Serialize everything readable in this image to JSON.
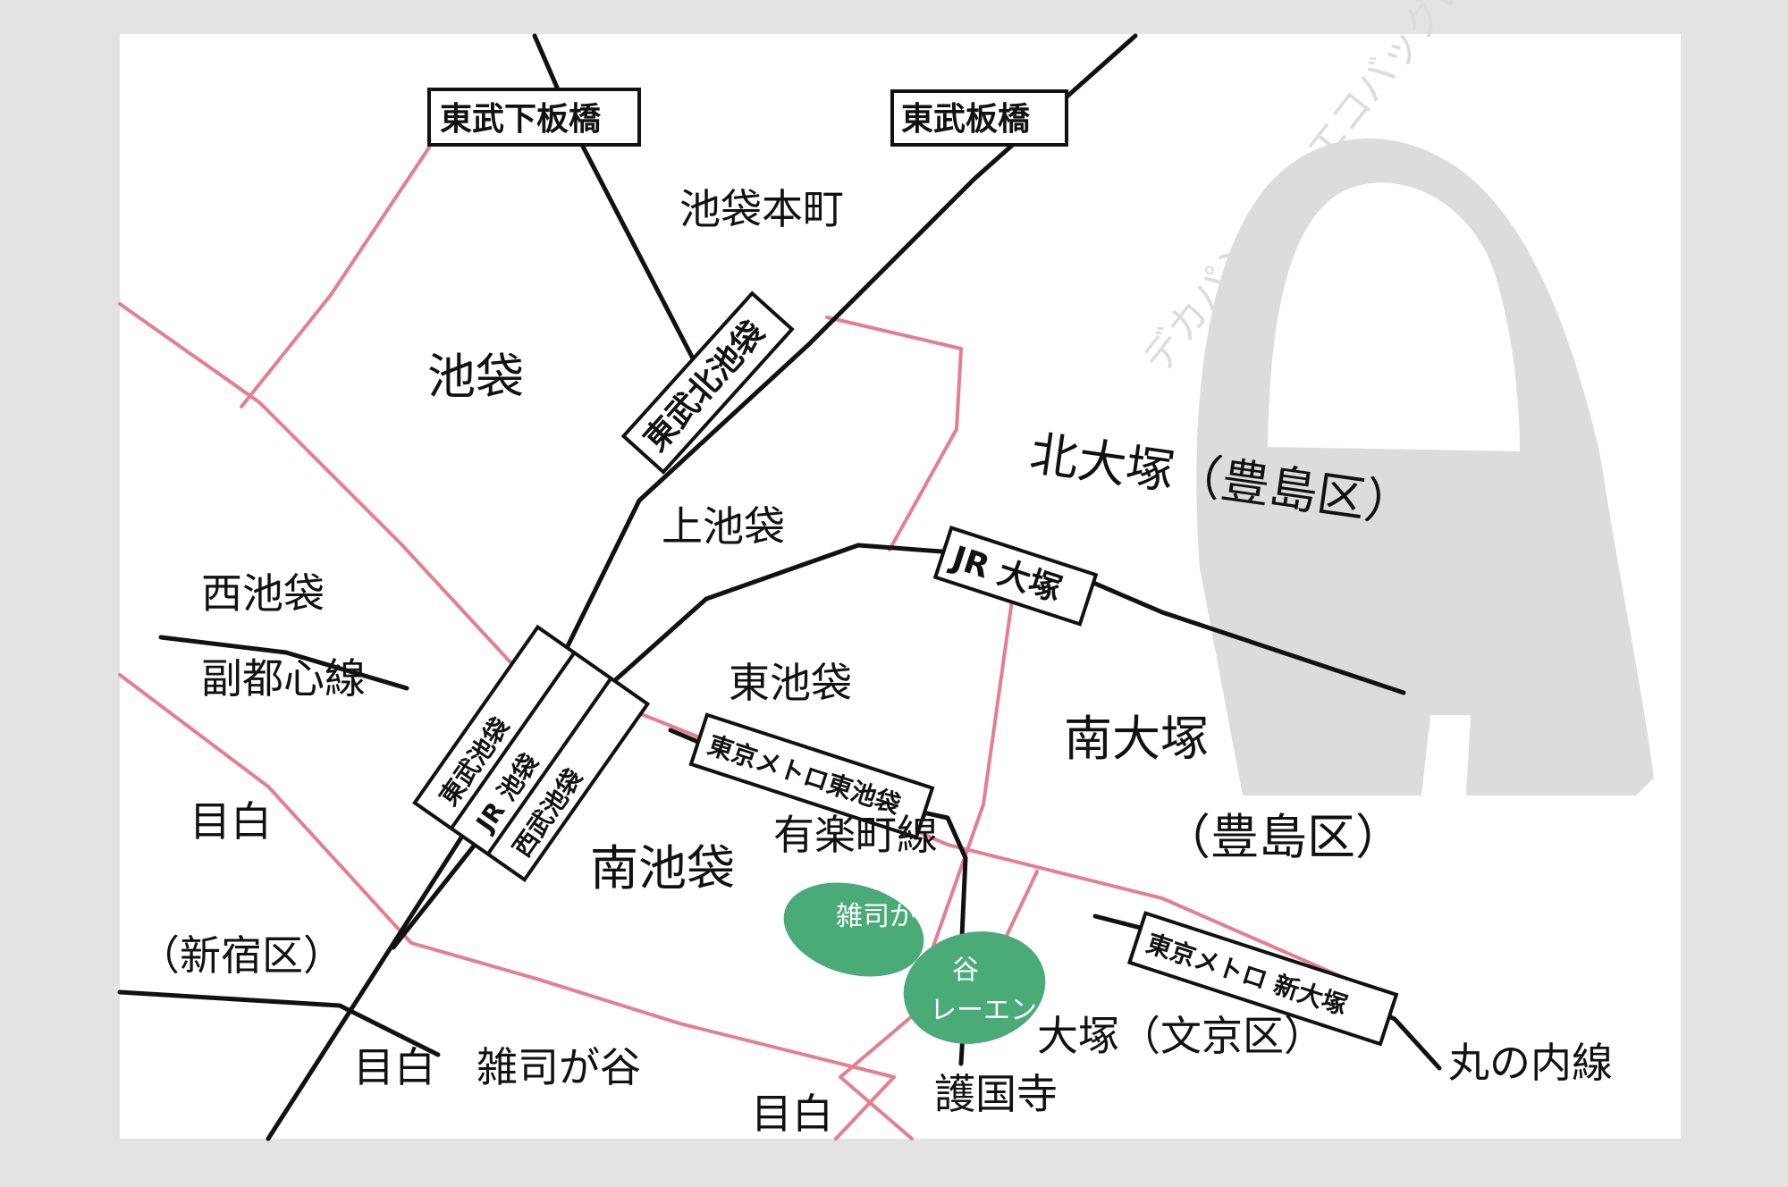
{
  "colors": {
    "background": "#e3e3e3",
    "paper": "#ffffff",
    "rail_line": "#111111",
    "ward_boundary": "#e37f8f",
    "park": "#4aaa78",
    "bag_doodle": "#dcdcdc"
  },
  "stations": {
    "tobu_shimoitabashi": "東武下板橋",
    "tobu_itabashi": "東武板橋",
    "tobu_kitaikebukuro": "東武北池袋",
    "ikebukuro_tobu": "東武池袋",
    "ikebukuro_jr": "JR 池袋",
    "ikebukuro_seibu": "西武池袋",
    "jr_otsuka": "JR 大塚",
    "metro_higashiikebukuro": "東京メトロ東池袋",
    "metro_shinotsuka": "東京メトロ 新大塚"
  },
  "areas": {
    "ikebukuro_honcho": "池袋本町",
    "ikebukuro": "池袋",
    "kami_ikebukuro": "上池袋",
    "kita_otsuka": "北大塚（豊島区）",
    "nishi_ikebukuro": "西池袋",
    "higashi_ikebukuro": "東池袋",
    "minami_otsuka_name": "南大塚",
    "minami_otsuka_ward": "（豊島区）",
    "minami_ikebukuro": "南池袋",
    "mejiro_shinjuku_name": "目白",
    "mejiro_shinjuku_ward": "（新宿区）",
    "mejiro_zoshigaya": "目白　雑司が谷",
    "mejiro_bottom": "目白",
    "otsuka_bunkyo": "大塚（文京区）",
    "gokokuji": "護国寺"
  },
  "lines": {
    "fukutoshin": "副都心線",
    "yurakucho": "有楽町線",
    "marunouchi": "丸の内線"
  },
  "park": {
    "line1": "雑司が",
    "line2": "谷",
    "line3": "レーエン"
  },
  "doodle": {
    "caption": "デカパン new エコバッグwww",
    "icon": "tote-bag-icon"
  }
}
